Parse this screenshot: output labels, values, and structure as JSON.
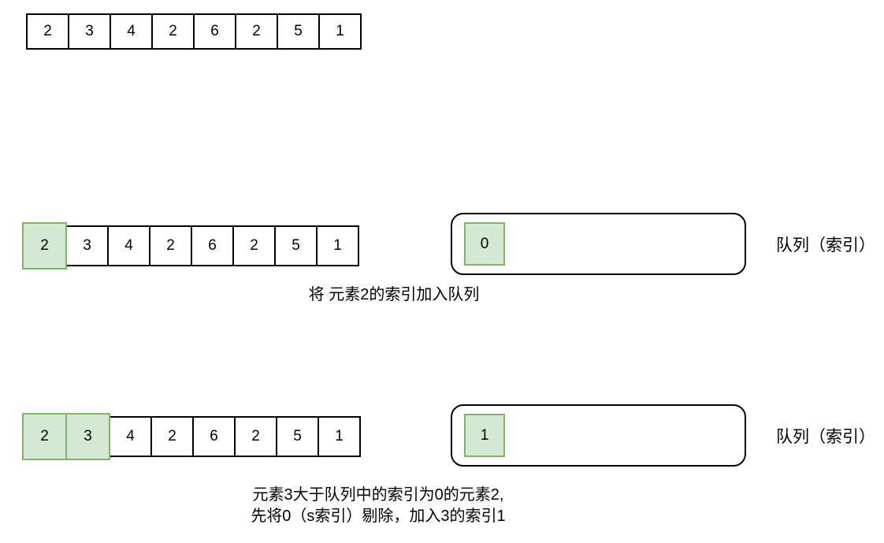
{
  "colors": {
    "background": "#ffffff",
    "cell_fill": "#ffffff",
    "cell_border": "#000000",
    "highlight_fill": "#d5e8d4",
    "highlight_border": "#82b366",
    "text": "#000000"
  },
  "rows": [
    {
      "id": "initial-array",
      "cells": [
        "2",
        "3",
        "4",
        "2",
        "6",
        "2",
        "5",
        "1"
      ]
    },
    {
      "id": "step-1",
      "cells": [
        "2",
        "3",
        "4",
        "2",
        "6",
        "2",
        "5",
        "1"
      ],
      "queue_items": [
        "0"
      ],
      "queue_label": "队列（索引）",
      "caption": "将 元素2的索引加入队列"
    },
    {
      "id": "step-2",
      "cells": [
        "2",
        "3",
        "4",
        "2",
        "6",
        "2",
        "5",
        "1"
      ],
      "queue_items": [
        "1"
      ],
      "queue_label": "队列（索引）",
      "caption_line1": "元素3大于队列中的索引为0的元素2,",
      "caption_line2": "先将0（s索引）剔除，加入3的索引1"
    }
  ]
}
